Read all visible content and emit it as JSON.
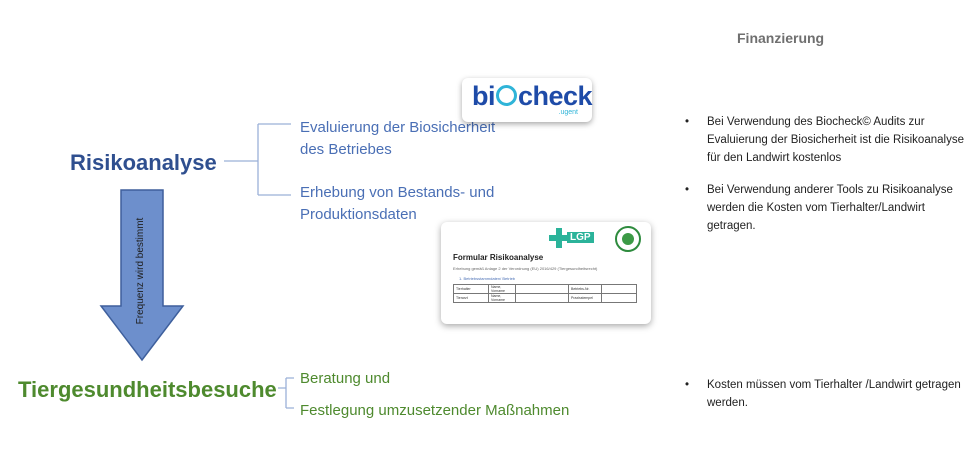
{
  "finanzierung": {
    "title": "Finanzierung",
    "bullets": [
      "Bei Verwendung des Biocheck© Audits zur Evaluierung der Biosicherheit ist die Risikoanalyse für den Landwirt kostenlos",
      "Bei Verwendung anderer Tools zu Risikoanalyse werden die Kosten vom Tierhalter/Landwirt getragen.",
      "Kosten müssen vom Tierhalter /Landwirt getragen werden."
    ]
  },
  "risikoanalyse": {
    "title": "Risikoanalyse",
    "items": [
      "Evaluierung der Biosicherheit des Betriebes",
      "Erhebung von Bestands- und Produktionsdaten"
    ]
  },
  "arrow_label": "Frequenz wird bestimmt",
  "tiergesundheitsbesuche": {
    "title": "Tiergesundheitsbesuche",
    "items": [
      "Beratung und",
      "Festlegung umzusetzender Maßnahmen"
    ]
  },
  "biocheck_logo": {
    "text_left": "bi",
    "text_right": "check",
    "sub": ".ugent"
  },
  "form_preview": {
    "logo": "LGP",
    "title": "Formular Risikoanalyse",
    "subtitle": "Erhebung gemäß Anlage 2 der Verordnung (EU) 2016/429 (Tiergesundheitsrecht)",
    "section": "1.  Betriebsstammdaten/ Betrieb",
    "rows": [
      [
        "Tierhalter",
        "Name, Vorname",
        "",
        "Betriebs-Nr.",
        ""
      ],
      [
        "Tierarzt",
        "Name, Vorname",
        "",
        "Praxisstempel",
        ""
      ]
    ]
  },
  "colors": {
    "blue": "#4a6fb5",
    "green": "#4e8a2e",
    "arrow": "#6d8fcc"
  }
}
